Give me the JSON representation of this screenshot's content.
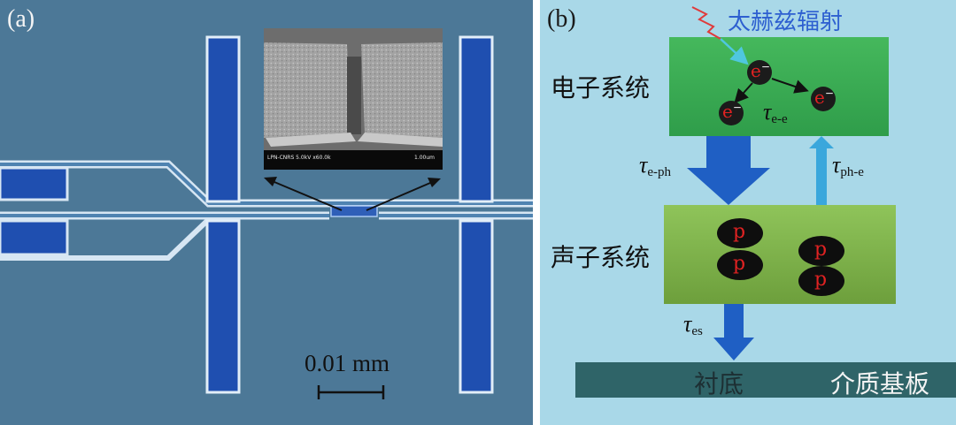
{
  "panel_a": {
    "label": "(a)",
    "scale_bar": "0.01 mm",
    "inset_caption_left": "LPN-CNRS 5.0kV x60.0k",
    "inset_caption_right": "1.00um"
  },
  "panel_b": {
    "label": "(b)",
    "terahertz": "太赫兹辐射",
    "electron_system": "电子系统",
    "phonon_system": "声子系统",
    "substrate": "衬底",
    "dielectric_substrate": "介质基板",
    "electron_symbol": "e",
    "phonon_symbol": "p",
    "tau_symbol": "τ",
    "tau_ee_sub": "e-e",
    "tau_eph_sub": "e-ph",
    "tau_phe_sub": "ph-e",
    "tau_es_sub": "es"
  },
  "colors": {
    "microscope_bg": "#4c7897",
    "electrode_blue": "#1f4fb0",
    "diagram_bg": "#a9d8e8",
    "electron_box": "#3aad54",
    "phonon_box": "#7fb84a",
    "arrow_down": "#1f5fc4",
    "arrow_up": "#3aa7dc",
    "substrate": "#2f6468"
  }
}
